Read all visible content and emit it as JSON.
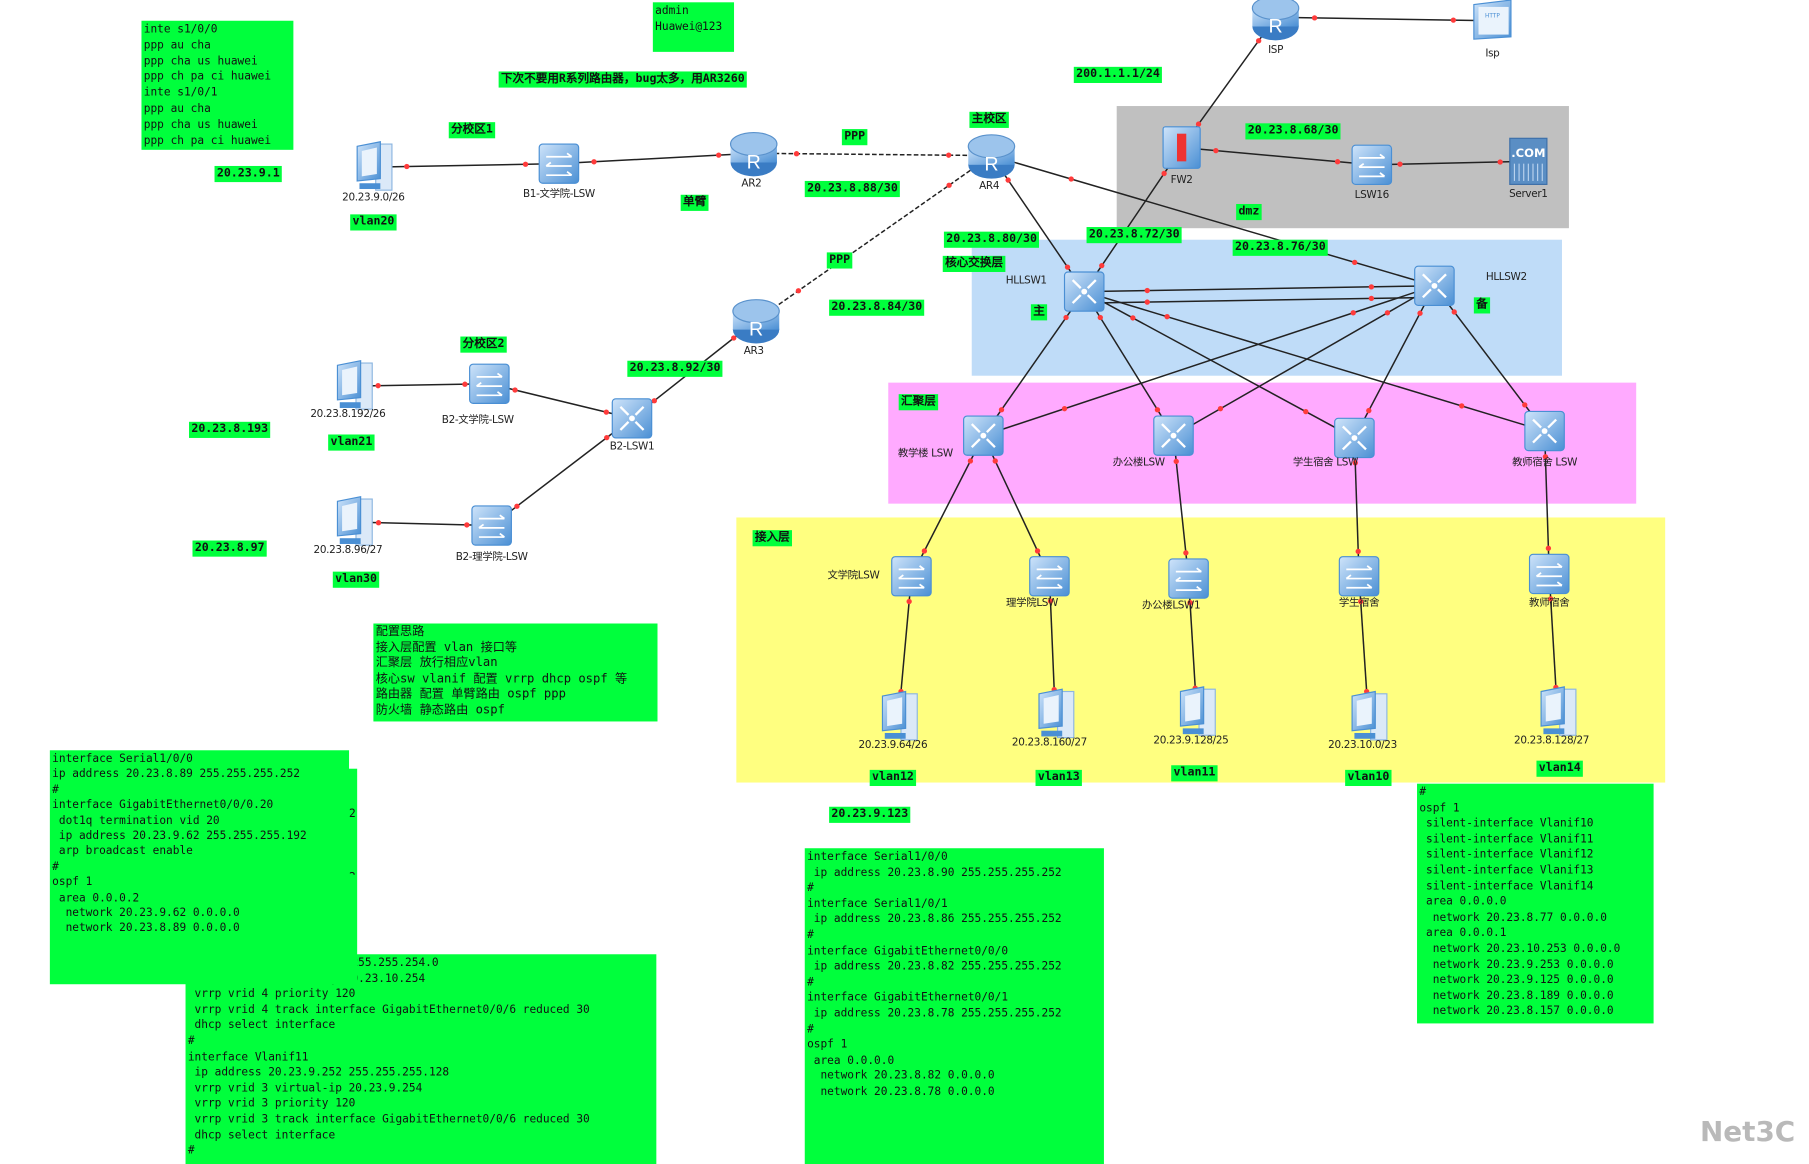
{
  "notes": {
    "ppp_config": [
      "inte s1/0/0",
      "ppp au cha",
      "ppp cha us huawei",
      "ppp ch pa ci huawei",
      "inte s1/0/1",
      "ppp au cha",
      "ppp cha us huawei",
      "ppp ch pa ci huawei"
    ],
    "credentials": [
      "admin",
      "Huawei@123"
    ],
    "banner": "下次不要用R系列路由器，bug太多，用AR3260",
    "config_plan": [
      "配置思路",
      "接入层配置 vlan 接口等",
      "汇聚层 放行相应vlan",
      "核心sw vlanif 配置 vrrp dhcp ospf 等",
      "路由器 配置 单臂路由 ospf ppp",
      "防火墙 静态路由 ospf"
    ],
    "ar2_config": [
      "interface Serial1/0/0",
      "",
      "ip address 20.23.8.89 255.255.255.252",
      "",
      "#",
      "interface GigabitEthernet0/0/0.20",
      " dot1q termination vid 20",
      " ip address 20.23.9.62 255.255.255.192",
      " arp broadcast enable",
      "",
      "#",
      "ospf 1",
      " area 0.0.0.2",
      "  network 20.23.9.62 0.0.0.0",
      "  network 20.23.8.89 0.0.0.0"
    ],
    "ar2_config_overflow": [
      "2",
      "2"
    ],
    "core_config": [
      "                    252 255.255.254.0",
      "                    ip 20.23.10.254",
      " vrrp vrid 4 priority 120",
      " vrrp vrid 4 track interface GigabitEthernet0/0/6 reduced 30",
      " dhcp select interface",
      "#",
      "interface Vlanif11",
      " ip address 20.23.9.252 255.255.255.128",
      " vrrp vrid 3 virtual-ip 20.23.9.254",
      " vrrp vrid 3 priority 120",
      " vrrp vrid 3 track interface GigabitEthernet0/0/6 reduced 30",
      " dhcp select interface",
      "#"
    ],
    "ar4_config": [
      "interface Serial1/0/0",
      "",
      " ip address 20.23.8.90 255.255.255.252",
      "#",
      "interface Serial1/0/1",
      "",
      " ip address 20.23.8.86 255.255.255.252",
      "",
      "#",
      "interface GigabitEthernet0/0/0",
      " ip address 20.23.8.82 255.255.255.252",
      "#",
      "interface GigabitEthernet0/0/1",
      " ip address 20.23.8.78 255.255.255.252",
      "",
      "#",
      "ospf 1",
      " area 0.0.0.0",
      "  network 20.23.8.82 0.0.0.0",
      "  network 20.23.8.78 0.0.0.0"
    ],
    "ospf_config": [
      "#",
      "ospf 1",
      " silent-interface Vlanif10",
      " silent-interface Vlanif11",
      " silent-interface Vlanif12",
      " silent-interface Vlanif13",
      " silent-interface Vlanif14",
      " area 0.0.0.0",
      "  network 20.23.8.77 0.0.0.0",
      " area 0.0.0.1",
      "  network 20.23.10.253 0.0.0.0",
      "  network 20.23.9.253 0.0.0.0",
      "  network 20.23.9.125 0.0.0.0",
      "  network 20.23.8.189 0.0.0.0",
      "  network 20.23.8.157 0.0.0.0"
    ]
  },
  "tags": {
    "gw1": "20.23.9.1",
    "branch1": "分校区1",
    "vlan20": "vlan20",
    "single_arm": "单臂",
    "ppp1": "PPP",
    "net88": "20.23.8.88/30",
    "main_campus": "主校区",
    "isp_net": "200.1.1.1/24",
    "net68": "20.23.8.68/30",
    "dmz": "dmz",
    "net80": "20.23.8.80/30",
    "net72": "20.23.8.72/30",
    "net76": "20.23.8.76/30",
    "core_layer": "核心交换层",
    "master": "主",
    "backup": "备",
    "ppp2": "PPP",
    "net84": "20.23.8.84/30",
    "branch2": "分校区2",
    "net92": "20.23.8.92/30",
    "gw193": "20.23.8.193",
    "vlan21": "vlan21",
    "gw97": "20.23.8.97",
    "vlan30": "vlan30",
    "agg_layer": "汇聚层",
    "access_layer": "接入层",
    "vlan12": "vlan12",
    "vlan13": "vlan13",
    "vlan11": "vlan11",
    "vlan10": "vlan10",
    "vlan14": "vlan14",
    "gw123": "20.23.9.123"
  },
  "nodes": [
    {
      "id": "isp",
      "type": "router",
      "label": "ISP"
    },
    {
      "id": "ispweb",
      "type": "http",
      "label": "Isp"
    },
    {
      "id": "fw2",
      "type": "firewall",
      "label": "FW2"
    },
    {
      "id": "lsw16",
      "type": "switch",
      "label": "LSW16"
    },
    {
      "id": "server1",
      "type": "server",
      "label": "Server1"
    },
    {
      "id": "ar4",
      "type": "router",
      "label": "AR4"
    },
    {
      "id": "ar2",
      "type": "router",
      "label": "AR2"
    },
    {
      "id": "ar3",
      "type": "router",
      "label": "AR3"
    },
    {
      "id": "hl1",
      "type": "l3switch",
      "label": "HLLSW1"
    },
    {
      "id": "hl2",
      "type": "l3switch",
      "label": "HLLSW2"
    },
    {
      "id": "pc1",
      "type": "pc",
      "label": "20.23.9.0/26"
    },
    {
      "id": "b1lsw",
      "type": "switch",
      "label": "B1-文学院-LSW"
    },
    {
      "id": "pc2",
      "type": "pc",
      "label": "20.23.8.192/26"
    },
    {
      "id": "b2wlsw",
      "type": "switch",
      "label": "B2-文学院-LSW"
    },
    {
      "id": "b2lsw1",
      "type": "l3switch",
      "label": "B2-LSW1"
    },
    {
      "id": "pc3",
      "type": "pc",
      "label": "20.23.8.96/27"
    },
    {
      "id": "b2llsw",
      "type": "switch",
      "label": "B2-理学院-LSW"
    },
    {
      "id": "agg1",
      "type": "l3switch",
      "label": "教学楼 LSW"
    },
    {
      "id": "agg2",
      "type": "l3switch",
      "label": "办公楼LSW"
    },
    {
      "id": "agg3",
      "type": "l3switch",
      "label": "学生宿舍 LSW"
    },
    {
      "id": "agg4",
      "type": "l3switch",
      "label": "教师宿舍 LSW"
    },
    {
      "id": "acc1",
      "type": "switch",
      "label": "文学院LSW"
    },
    {
      "id": "acc2",
      "type": "switch",
      "label": "理学院LSW"
    },
    {
      "id": "acc3",
      "type": "switch",
      "label": "办公楼LSW1"
    },
    {
      "id": "acc4",
      "type": "switch",
      "label": "学生宿舍"
    },
    {
      "id": "acc5",
      "type": "switch",
      "label": "教师宿舍"
    },
    {
      "id": "pc4",
      "type": "pc",
      "label": "20.23.9.64/26"
    },
    {
      "id": "pc5",
      "type": "pc",
      "label": "20.23.8.160/27"
    },
    {
      "id": "pc6",
      "type": "pc",
      "label": "20.23.9.128/25"
    },
    {
      "id": "pc7",
      "type": "pc",
      "label": "20.23.10.0/23"
    },
    {
      "id": "pc8",
      "type": "pc",
      "label": "20.23.8.128/27"
    }
  ],
  "links": [
    [
      "isp",
      "ispweb",
      "solid"
    ],
    [
      "isp",
      "fw2",
      "solid"
    ],
    [
      "fw2",
      "lsw16",
      "solid"
    ],
    [
      "lsw16",
      "server1",
      "solid"
    ],
    [
      "ar2",
      "ar4",
      "dashed"
    ],
    [
      "ar3",
      "ar4",
      "dashed"
    ],
    [
      "ar4",
      "hl1",
      "solid"
    ],
    [
      "ar4",
      "hl2",
      "solid"
    ],
    [
      "fw2",
      "hl1",
      "solid"
    ],
    [
      "pc1",
      "b1lsw",
      "solid"
    ],
    [
      "b1lsw",
      "ar2",
      "solid"
    ],
    [
      "pc2",
      "b2wlsw",
      "solid"
    ],
    [
      "b2wlsw",
      "b2lsw1",
      "solid"
    ],
    [
      "b2lsw1",
      "ar3",
      "solid"
    ],
    [
      "pc3",
      "b2llsw",
      "solid"
    ],
    [
      "b2llsw",
      "b2lsw1",
      "solid"
    ],
    [
      "hl1",
      "hl2",
      "solid"
    ],
    [
      "hl1",
      "hl2",
      "solid"
    ],
    [
      "hl1",
      "agg1",
      "solid"
    ],
    [
      "hl1",
      "agg2",
      "solid"
    ],
    [
      "hl1",
      "agg3",
      "solid"
    ],
    [
      "hl1",
      "agg4",
      "solid"
    ],
    [
      "hl2",
      "agg1",
      "solid"
    ],
    [
      "hl2",
      "agg2",
      "solid"
    ],
    [
      "hl2",
      "agg3",
      "solid"
    ],
    [
      "hl2",
      "agg4",
      "solid"
    ],
    [
      "agg1",
      "acc1",
      "solid"
    ],
    [
      "agg1",
      "acc2",
      "solid"
    ],
    [
      "agg2",
      "acc3",
      "solid"
    ],
    [
      "agg3",
      "acc4",
      "solid"
    ],
    [
      "agg4",
      "acc5",
      "solid"
    ],
    [
      "acc1",
      "pc4",
      "solid"
    ],
    [
      "acc2",
      "pc5",
      "solid"
    ],
    [
      "acc3",
      "pc6",
      "solid"
    ],
    [
      "acc4",
      "pc7",
      "solid"
    ],
    [
      "acc5",
      "pc8",
      "solid"
    ]
  ],
  "colors": {
    "tag": "#00ff3c",
    "dmz_region": "#c0c0c0",
    "core_region": "#bfdcf8",
    "agg_region": "#ffaaff",
    "access_region": "#ffff80",
    "port_dot": "#ff3b3b",
    "device": "#4a8fd4"
  },
  "watermark": "Net3C"
}
